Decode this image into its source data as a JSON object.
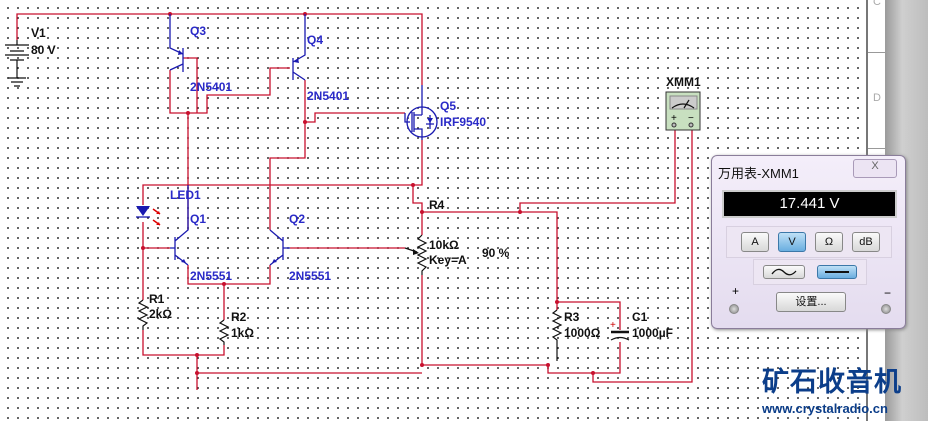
{
  "components": {
    "v1": {
      "name": "V1",
      "value": "80 V"
    },
    "q3": {
      "name": "Q3",
      "model": "2N5401"
    },
    "q4": {
      "name": "Q4",
      "model": "2N5401"
    },
    "q5": {
      "name": "Q5",
      "model": "IRF9540"
    },
    "led1": {
      "name": "LED1"
    },
    "q1": {
      "name": "Q1",
      "model": "2N5551"
    },
    "q2": {
      "name": "Q2",
      "model": "2N5551"
    },
    "r1": {
      "name": "R1",
      "value": "2kΩ"
    },
    "r2": {
      "name": "R2",
      "value": "1kΩ"
    },
    "r4": {
      "name": "R4",
      "value": "10kΩ",
      "key": "Key=A",
      "setting": "90 %"
    },
    "r3": {
      "name": "R3",
      "value": "1000Ω"
    },
    "c1": {
      "name": "C1",
      "value": "1000µF",
      "polarity": "+"
    },
    "xmm1": {
      "name": "XMM1",
      "plus": "+",
      "minus": "−"
    }
  },
  "border": {
    "row_c": "C",
    "row_d": "D"
  },
  "multimeter": {
    "title": "万用表-XMM1",
    "close": "X",
    "reading": "17.441 V",
    "modes": [
      "A",
      "V",
      "Ω",
      "dB"
    ],
    "active_mode": "V",
    "ac_icon": "sine-wave-icon",
    "dc_icon": "dc-line-icon",
    "active_coupling": "DC",
    "settings": "设置...",
    "plus": "+",
    "minus": "−",
    "active_color": "#6aaee0"
  },
  "watermark": {
    "text": "矿石收音机",
    "url": "www.crystalradio.cn"
  },
  "colors": {
    "wire": "#c8102e",
    "component": "#1a1ab0",
    "label": "#2a2ac8"
  }
}
